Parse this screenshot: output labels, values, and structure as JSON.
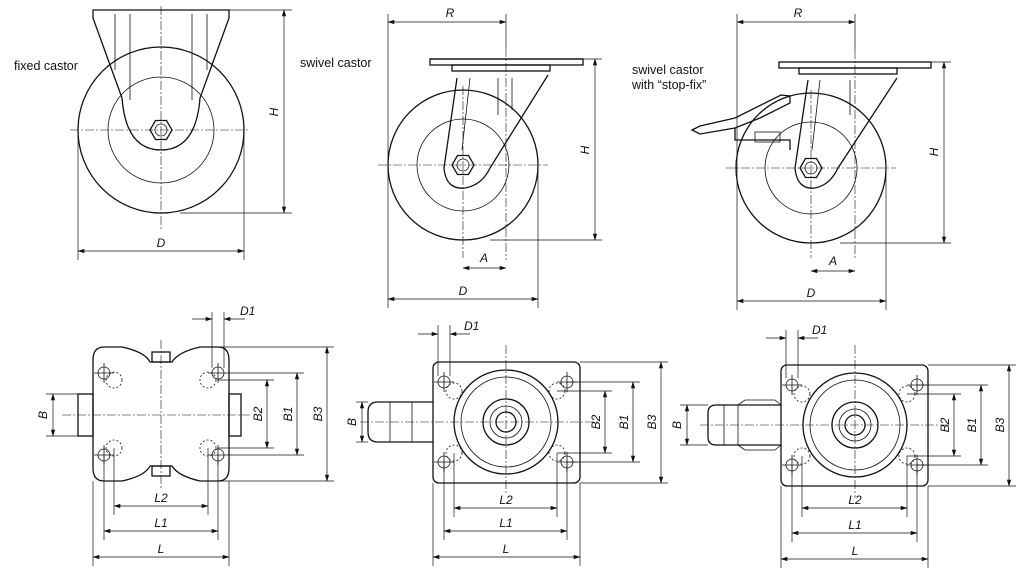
{
  "captions": {
    "fixed": "fixed castor",
    "swivel": "swivel castor",
    "stopfix_line1": "swivel castor",
    "stopfix_line2": "with “stop-fix”"
  },
  "dims": {
    "H": "H",
    "D": "D",
    "R": "R",
    "A": "A",
    "B": "B",
    "B1": "B1",
    "B2": "B2",
    "B3": "B3",
    "L": "L",
    "L1": "L1",
    "L2": "L2",
    "D1": "D1"
  }
}
